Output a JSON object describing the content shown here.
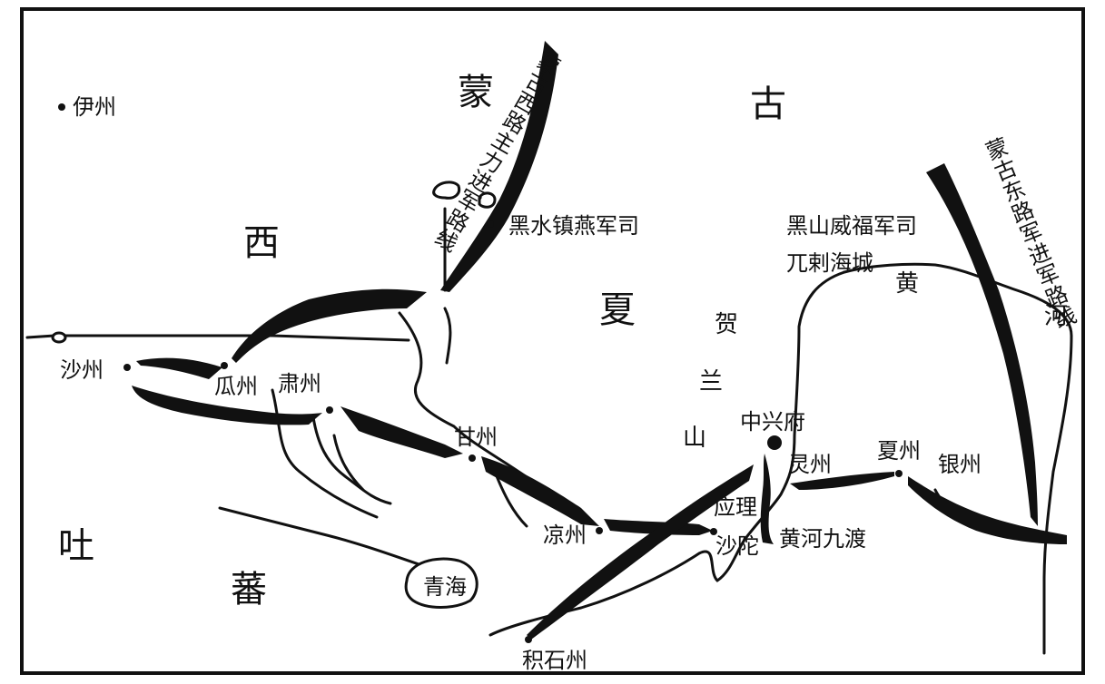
{
  "regions": {
    "mongol_1": "蒙",
    "mongol_2": "古",
    "xixia_1": "西",
    "xixia_2": "夏",
    "tubo_1": "吐",
    "tubo_2": "蕃"
  },
  "mountains": {
    "helan_1": "贺",
    "helan_2": "兰",
    "helan_3": "山"
  },
  "river": {
    "huang": "黄",
    "he": "河"
  },
  "places": {
    "yizhou": "伊州",
    "heishui": "黑水镇燕军司",
    "heishan": "黑山威福军司",
    "wucihai": "兀剌海城",
    "shazhou": "沙州",
    "guazhou": "瓜州",
    "suzhou": "肃州",
    "ganzhou": "甘州",
    "liangzhou": "凉州",
    "zhongxing": "中兴府",
    "lingzhou": "灵州",
    "xiazhou": "夏州",
    "yinzhou": "银州",
    "yingli": "应理",
    "shatuo": "沙陀",
    "jiudu": "黄河九渡",
    "qinghai": "青海",
    "jishi": "积石州"
  },
  "routes": {
    "west": "蒙古西路主力进军路线",
    "east": "蒙古东路军进军路线"
  },
  "colors": {
    "ink": "#111111",
    "paper": "#ffffff"
  }
}
